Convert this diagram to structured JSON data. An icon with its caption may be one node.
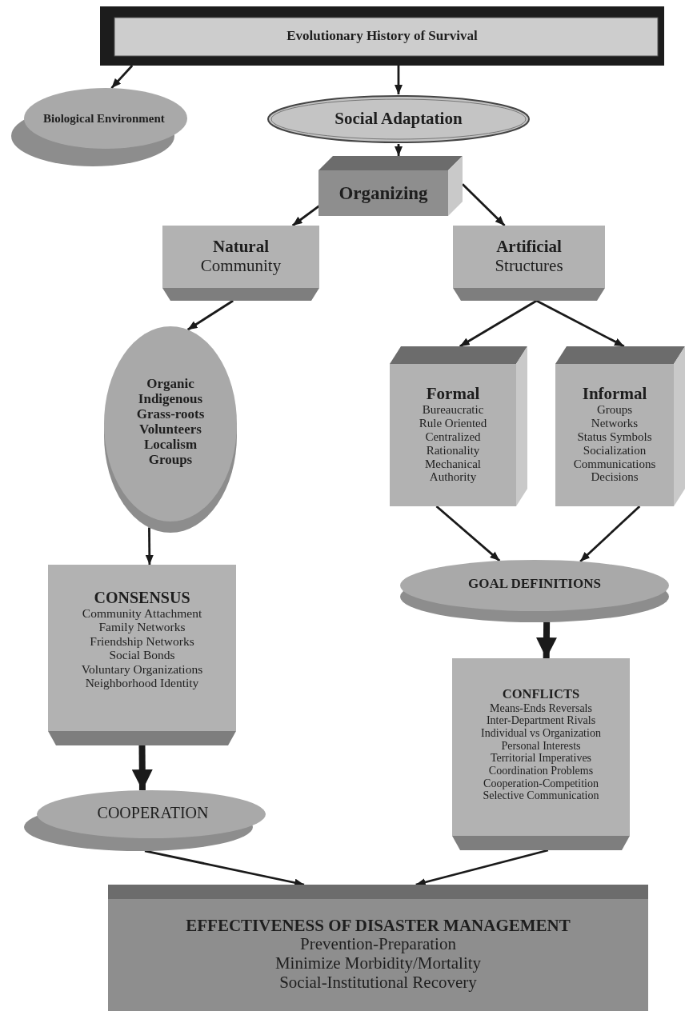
{
  "diagram": {
    "nodes": [
      {
        "text": [
          "Evolutionary History of Survival"
        ]
      },
      {
        "text": [
          "Biological Environment"
        ]
      },
      {
        "text": [
          "Social Adaptation"
        ]
      },
      {
        "text": [
          "Organizing"
        ]
      },
      {
        "text": [
          "Natural",
          "Community"
        ]
      },
      {
        "text": [
          "Artificial",
          "Structures"
        ]
      },
      {
        "text": [
          "Organic",
          "Indigenous",
          "Grass-roots",
          "Volunteers",
          "Localism",
          "Groups"
        ]
      },
      {
        "text": [
          "Formal",
          "Bureaucratic",
          "Rule Oriented",
          "Centralized",
          "Rationality",
          "Mechanical",
          "Authority"
        ]
      },
      {
        "text": [
          "Informal",
          "Groups",
          "Networks",
          "Status Symbols",
          "Socialization",
          "Communications",
          "Decisions"
        ]
      },
      {
        "text": [
          "CONSENSUS",
          "Community Attachment",
          "Family Networks",
          "Friendship Networks",
          "Social Bonds",
          "Voluntary Organizations",
          "Neighborhood Identity"
        ]
      },
      {
        "text": [
          "GOAL DEFINITIONS"
        ]
      },
      {
        "text": [
          "CONFLICTS",
          "Means-Ends Reversals",
          "Inter-Department Rivals",
          "Individual vs Organization",
          "Personal Interests",
          "Territorial Imperatives",
          "Coordination Problems",
          "Cooperation-Competition",
          "Selective Communication"
        ]
      },
      {
        "text": [
          "COOPERATION"
        ]
      },
      {
        "text": [
          "EFFECTIVENESS OF DISASTER MANAGEMENT",
          "Prevention-Preparation",
          "Minimize Morbidity/Mortality",
          "Social-Institutional Recovery"
        ]
      }
    ],
    "edges": [
      {
        "from": 0,
        "to": 1,
        "arrow": "to"
      },
      {
        "from": 0,
        "to": 2,
        "arrow": "to"
      },
      {
        "from": 2,
        "to": 3,
        "arrow": "to"
      },
      {
        "from": 3,
        "to": 4,
        "arrow": "to"
      },
      {
        "from": 3,
        "to": 5,
        "arrow": "to"
      },
      {
        "from": 4,
        "to": 6,
        "arrow": "to"
      },
      {
        "from": 5,
        "to": 7,
        "arrow": "to"
      },
      {
        "from": 5,
        "to": 8,
        "arrow": "to"
      },
      {
        "from": 6,
        "to": 9,
        "arrow": "to"
      },
      {
        "from": 7,
        "to": 10,
        "arrow": "to"
      },
      {
        "from": 8,
        "to": 10,
        "arrow": "to"
      },
      {
        "from": 10,
        "to": 11,
        "arrow": "to",
        "style": "thick"
      },
      {
        "from": 9,
        "to": 12,
        "arrow": "to",
        "style": "thick"
      },
      {
        "from": 12,
        "to": 13,
        "arrow": "to"
      },
      {
        "from": 11,
        "to": 13,
        "arrow": "to"
      }
    ]
  }
}
